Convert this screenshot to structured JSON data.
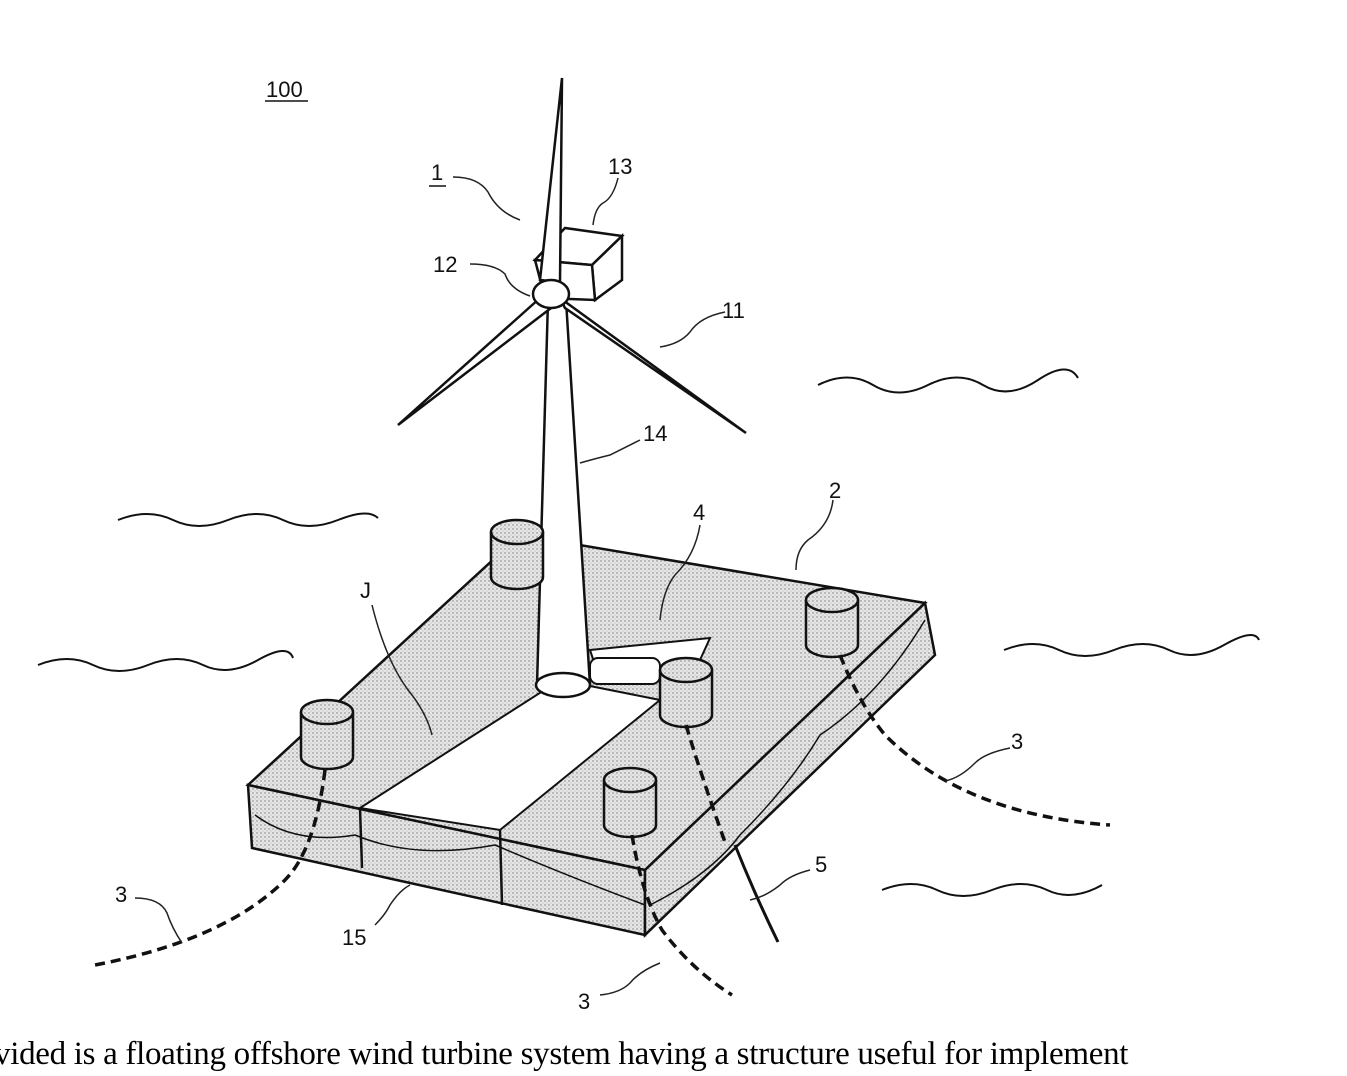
{
  "figure": {
    "ref_main": "100",
    "labels": {
      "turbine": "1",
      "blade": "11",
      "hub": "12",
      "nacelle": "13",
      "tower": "14",
      "platform": "2",
      "mooring_right": "3",
      "mooring_left": "3",
      "mooring_front": "3",
      "connector": "4",
      "cable": "5",
      "float_body": "15",
      "joint": "J"
    }
  },
  "caption": "vided is a floating offshore wind turbine system having a structure useful for implement"
}
